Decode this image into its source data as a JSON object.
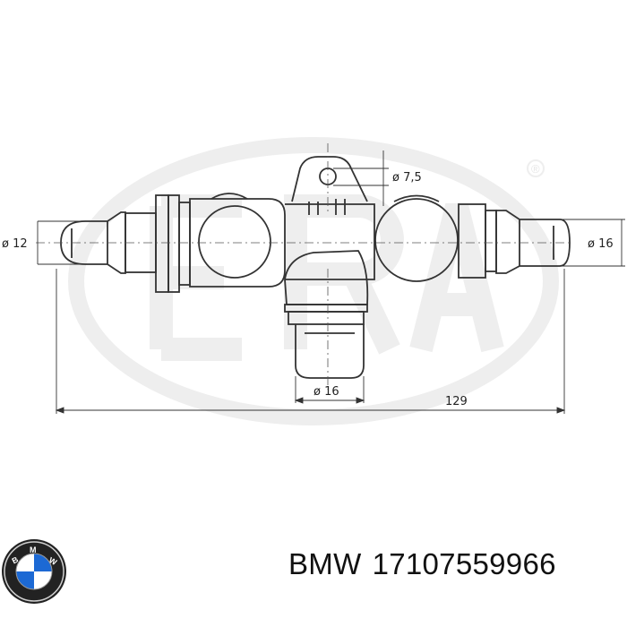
{
  "dimensions": {
    "left_diameter": "ø 12",
    "right_diameter": "ø 16",
    "bottom_diameter": "ø 16",
    "mount_hole": "ø 7,5",
    "overall_length": "129"
  },
  "watermark": {
    "registered_mark": "®"
  },
  "logo": {
    "name": "bmw-roundel",
    "letters": "BMW"
  },
  "caption": {
    "brand": "BMW",
    "part_number": "17107559966"
  },
  "colors": {
    "line": "#333333",
    "watermark": "#eeeeee",
    "bmw_blue": "#1c69d4"
  }
}
